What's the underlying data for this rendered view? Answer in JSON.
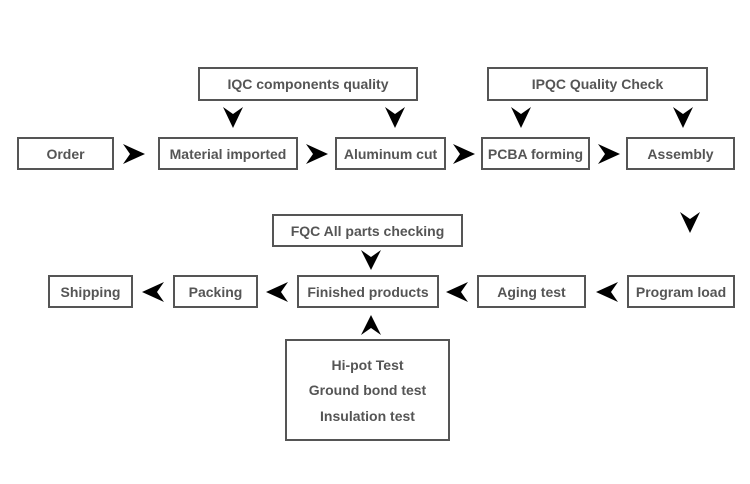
{
  "nodes": {
    "iqc": "IQC components quality",
    "ipqc": "IPQC Quality Check",
    "order": "Order",
    "material": "Material imported",
    "aluminum": "Aluminum cut",
    "pcba": "PCBA forming",
    "assembly": "Assembly",
    "fqc": "FQC All parts checking",
    "shipping": "Shipping",
    "packing": "Packing",
    "finished": "Finished products",
    "aging": "Aging test",
    "program": "Program load",
    "tests": [
      "Hi-pot Test",
      "Ground bond test",
      "Insulation test"
    ]
  }
}
